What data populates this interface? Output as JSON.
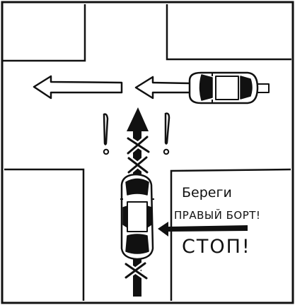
{
  "captions": {
    "line1": "Береги",
    "line2": "ПРАВЫЙ БОРТ!",
    "line3": "СТОП!"
  },
  "colors": {
    "ink": "#111111",
    "paper": "#ffffff"
  },
  "icons": [
    "car-icon",
    "motorcycle-icon",
    "arrow-left-icon",
    "arrow-up-icon",
    "exclamation-icon",
    "cross-icon"
  ]
}
